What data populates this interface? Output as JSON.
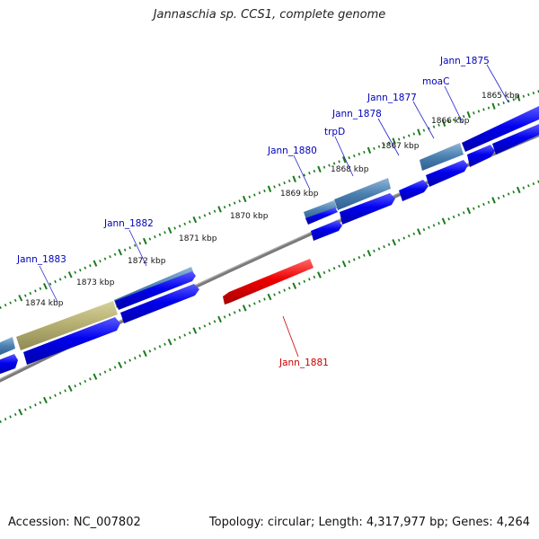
{
  "title": "Jannaschia sp. CCS1, complete genome",
  "footer": {
    "accession": "Accession: NC_007802",
    "topology": "Topology: circular; Length: 4,317,977 bp; Genes: 4,264"
  },
  "ticks": {
    "labels": [
      "1865 kbp",
      "1866 kbp",
      "1867 kbp",
      "1868 kbp",
      "1869 kbp",
      "1870 kbp",
      "1871 kbp",
      "1872 kbp",
      "1873 kbp",
      "1874 kbp"
    ]
  },
  "genes": {
    "labels": [
      "Jann_1875",
      "moaC",
      "Jann_1877",
      "Jann_1878",
      "trpD",
      "Jann_1880",
      "Jann_1882",
      "Jann_1883",
      "Jann_1881"
    ]
  },
  "colors": {
    "forward": "#0000ee",
    "feature": "#4a7fb0",
    "feature_alt": "#b3ad70",
    "reverse": "#ee0000",
    "backbone": "#777777",
    "tick": "#1a7a1a",
    "label_blue": "#0000bb",
    "label_red": "#cc0000"
  }
}
